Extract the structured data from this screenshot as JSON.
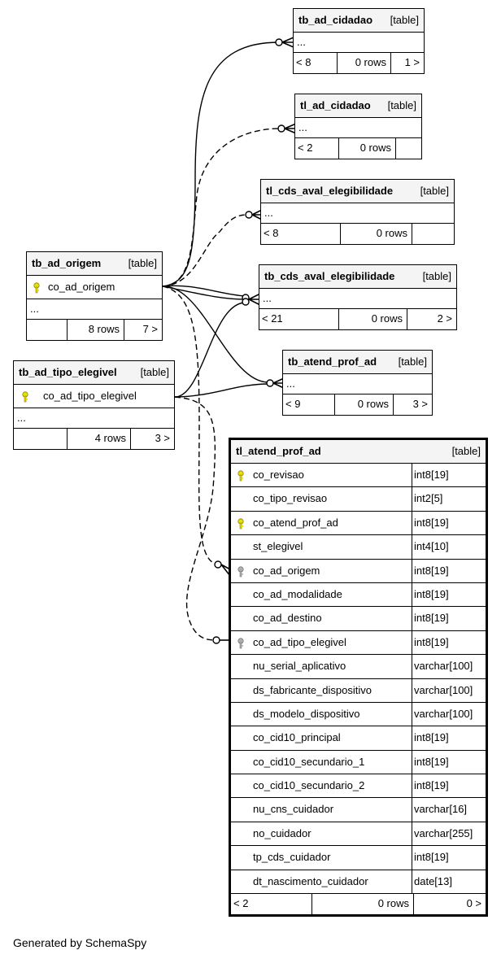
{
  "tables": {
    "tb_ad_cidadao": {
      "name": "tb_ad_cidadao",
      "type": "[table]",
      "ellipsis": "...",
      "foot": [
        "< 8",
        "0 rows",
        "1 >"
      ]
    },
    "tl_ad_cidadao": {
      "name": "tl_ad_cidadao",
      "type": "[table]",
      "ellipsis": "...",
      "foot": [
        "< 2",
        "0 rows",
        ""
      ]
    },
    "tl_cds_aval_elegibilidade": {
      "name": "tl_cds_aval_elegibilidade",
      "type": "[table]",
      "ellipsis": "...",
      "foot": [
        "< 8",
        "0 rows",
        ""
      ]
    },
    "tb_cds_aval_elegibilidade": {
      "name": "tb_cds_aval_elegibilidade",
      "type": "[table]",
      "ellipsis": "...",
      "foot": [
        "< 21",
        "0 rows",
        "2 >"
      ]
    },
    "tb_atend_prof_ad": {
      "name": "tb_atend_prof_ad",
      "type": "[table]",
      "ellipsis": "...",
      "foot": [
        "< 9",
        "0 rows",
        "3 >"
      ]
    },
    "tb_ad_origem": {
      "name": "tb_ad_origem",
      "type": "[table]",
      "key_column": "co_ad_origem",
      "ellipsis": "...",
      "foot": [
        "",
        "8 rows",
        "7 >"
      ]
    },
    "tb_ad_tipo_elegivel": {
      "name": "tb_ad_tipo_elegivel",
      "type": "[table]",
      "key_column": "co_ad_tipo_elegivel",
      "ellipsis": "...",
      "foot": [
        "",
        "4 rows",
        "3 >"
      ]
    }
  },
  "focus": {
    "name": "tl_atend_prof_ad",
    "type": "[table]",
    "columns": [
      {
        "name": "co_revisao",
        "type": "int8[19]",
        "key": "primary"
      },
      {
        "name": "co_tipo_revisao",
        "type": "int2[5]",
        "key": ""
      },
      {
        "name": "co_atend_prof_ad",
        "type": "int8[19]",
        "key": "primary"
      },
      {
        "name": "st_elegivel",
        "type": "int4[10]",
        "key": ""
      },
      {
        "name": "co_ad_origem",
        "type": "int8[19]",
        "key": "foreign"
      },
      {
        "name": "co_ad_modalidade",
        "type": "int8[19]",
        "key": ""
      },
      {
        "name": "co_ad_destino",
        "type": "int8[19]",
        "key": ""
      },
      {
        "name": "co_ad_tipo_elegivel",
        "type": "int8[19]",
        "key": "foreign"
      },
      {
        "name": "nu_serial_aplicativo",
        "type": "varchar[100]",
        "key": ""
      },
      {
        "name": "ds_fabricante_dispositivo",
        "type": "varchar[100]",
        "key": ""
      },
      {
        "name": "ds_modelo_dispositivo",
        "type": "varchar[100]",
        "key": ""
      },
      {
        "name": "co_cid10_principal",
        "type": "int8[19]",
        "key": ""
      },
      {
        "name": "co_cid10_secundario_1",
        "type": "int8[19]",
        "key": ""
      },
      {
        "name": "co_cid10_secundario_2",
        "type": "int8[19]",
        "key": ""
      },
      {
        "name": "nu_cns_cuidador",
        "type": "varchar[16]",
        "key": ""
      },
      {
        "name": "no_cuidador",
        "type": "varchar[255]",
        "key": ""
      },
      {
        "name": "tp_cds_cuidador",
        "type": "int8[19]",
        "key": ""
      },
      {
        "name": "dt_nascimento_cuidador",
        "type": "date[13]",
        "key": ""
      }
    ],
    "foot": [
      "< 2",
      "0 rows",
      "0 >"
    ]
  },
  "colors": {
    "primary_key": "#e8e000",
    "foreign_key": "#b0b0b0",
    "header_bg": "#f4f4f4"
  },
  "footer": "Generated by SchemaSpy"
}
